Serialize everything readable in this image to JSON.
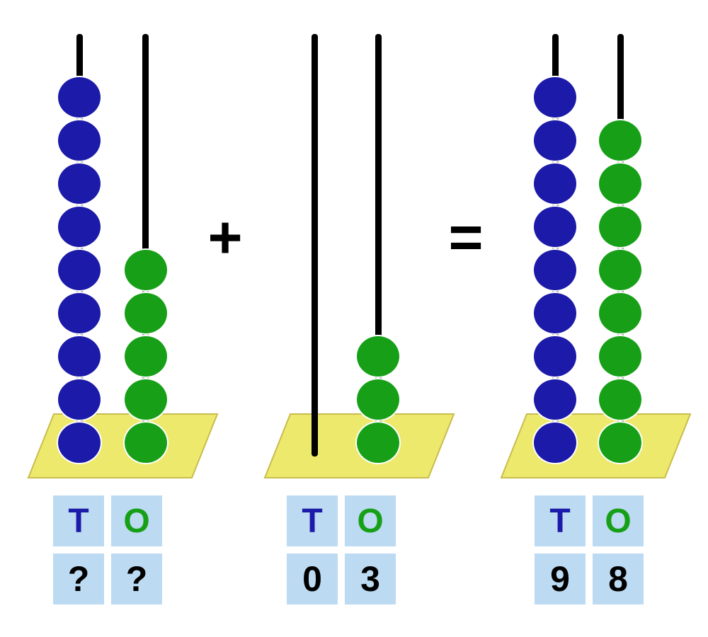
{
  "colors": {
    "tens": "#1c1aa8",
    "ones": "#17a017",
    "rod": "#000000",
    "base_fill": "#ede96d",
    "base_stroke": "#c9bd4d",
    "cell_bg": "#bcdaf2",
    "value_text": "#000000"
  },
  "operators": {
    "plus": "+",
    "equals": "="
  },
  "abacuses": [
    {
      "name": "unknown-addend",
      "rods": [
        {
          "place": "tens",
          "beads": 9
        },
        {
          "place": "ones",
          "beads": 5
        }
      ],
      "table": {
        "headers": [
          "T",
          "O"
        ],
        "values": [
          "?",
          "?"
        ]
      }
    },
    {
      "name": "known-addend",
      "rods": [
        {
          "place": "tens",
          "beads": 0
        },
        {
          "place": "ones",
          "beads": 3
        }
      ],
      "table": {
        "headers": [
          "T",
          "O"
        ],
        "values": [
          "0",
          "3"
        ]
      }
    },
    {
      "name": "sum",
      "rods": [
        {
          "place": "tens",
          "beads": 9
        },
        {
          "place": "ones",
          "beads": 8
        }
      ],
      "table": {
        "headers": [
          "T",
          "O"
        ],
        "values": [
          "9",
          "8"
        ]
      }
    }
  ]
}
